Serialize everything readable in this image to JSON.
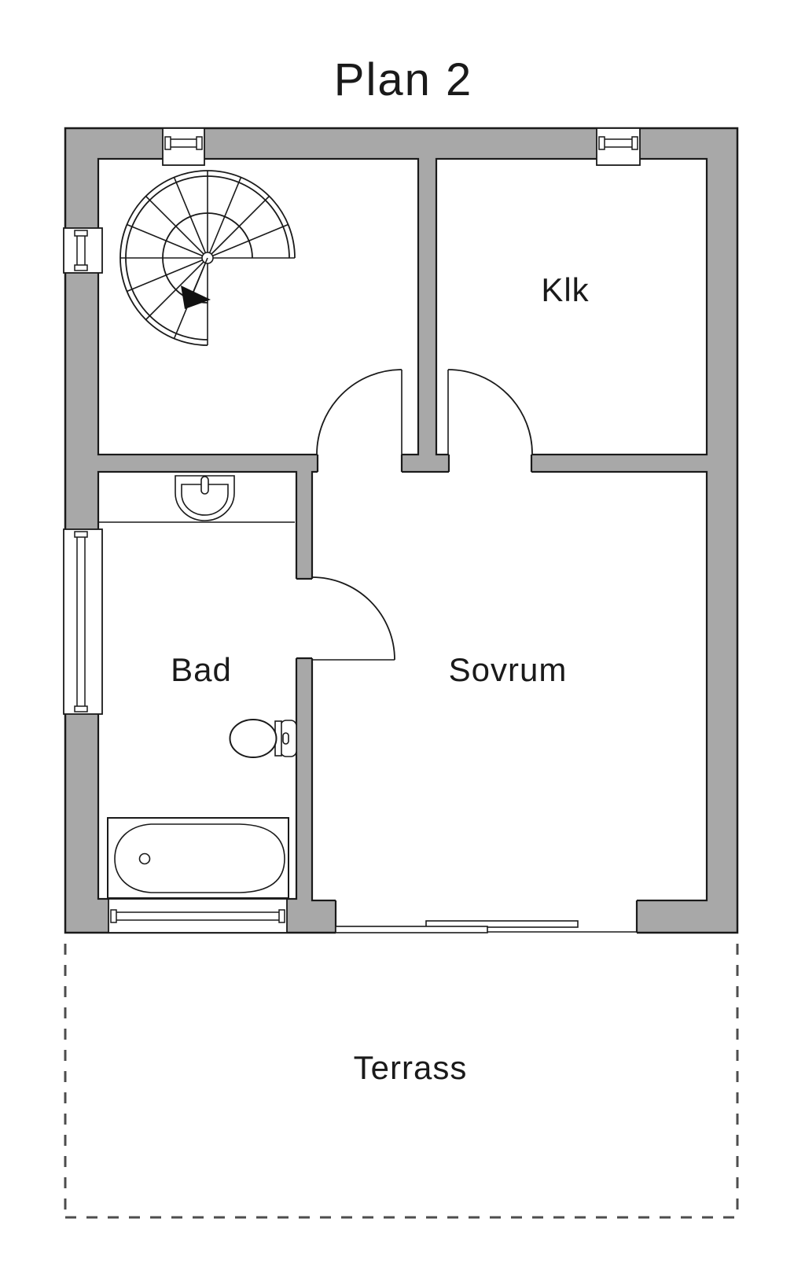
{
  "title": "Plan 2",
  "rooms": {
    "closet": "Klk",
    "bathroom": "Bad",
    "bedroom": "Sovrum",
    "terrace": "Terrass"
  },
  "colors": {
    "wall_fill": "#a8a8a8",
    "line": "#1a1a1a",
    "terrace_dash": "#4d4d4d",
    "background": "#ffffff"
  }
}
